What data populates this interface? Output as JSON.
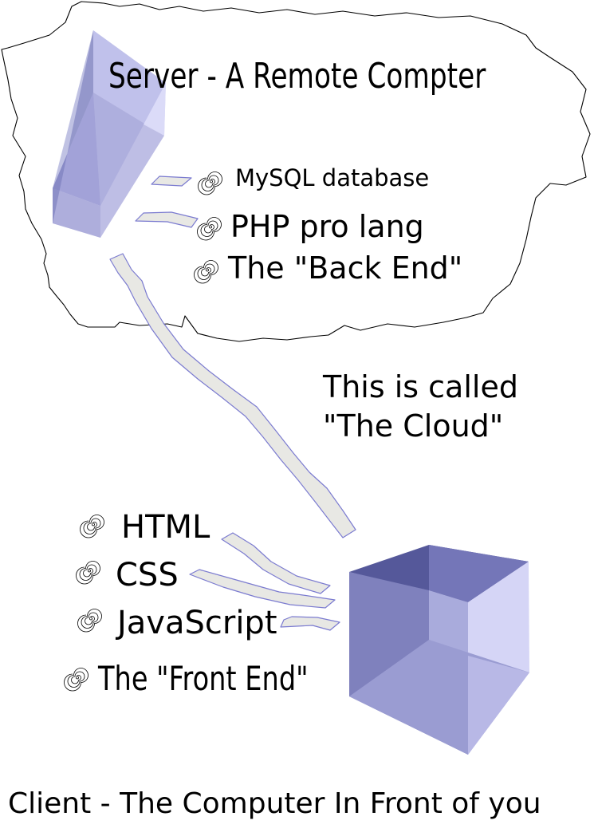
{
  "server": {
    "title": "Server - A Remote Compter",
    "items": [
      "MySQL database",
      "PHP pro lang",
      "The \"Back End\""
    ]
  },
  "cloud_note": {
    "line1": "This is called",
    "line2": "\"The Cloud\""
  },
  "client": {
    "items": [
      "HTML",
      "CSS",
      "JavaScript",
      "The \"Front End\""
    ],
    "caption": "Client - The Computer In Front of you"
  },
  "colors": {
    "cube_dark": "#55589a",
    "cube_mid": "#8c8fc8",
    "cube_light": "#dcdcf8",
    "ribbon_fill": "#e8e8e4",
    "ribbon_stroke": "#7b7bd0"
  }
}
